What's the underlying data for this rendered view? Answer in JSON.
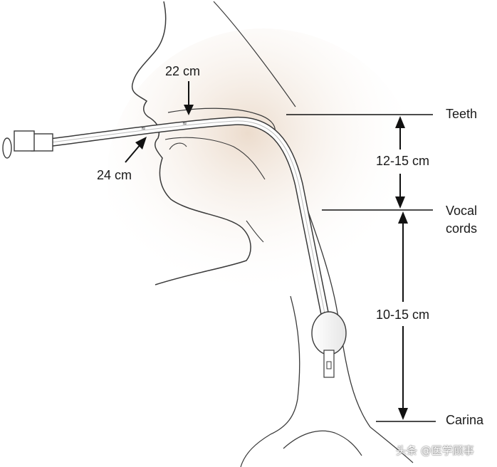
{
  "labels": {
    "mark_22": "22 cm",
    "mark_24": "24 cm",
    "teeth": "Teeth",
    "vocal_cords_line1": "Vocal",
    "vocal_cords_line2": "cords",
    "carina": "Carina",
    "dist_teeth_to_cords": "12-15 cm",
    "dist_cords_to_carina": "10-15 cm"
  },
  "watermark": "头条 @医学顾事",
  "colors": {
    "outline": "#3a3a3a",
    "skin_shade": "#efe3d8",
    "text": "#1a1a1a"
  }
}
